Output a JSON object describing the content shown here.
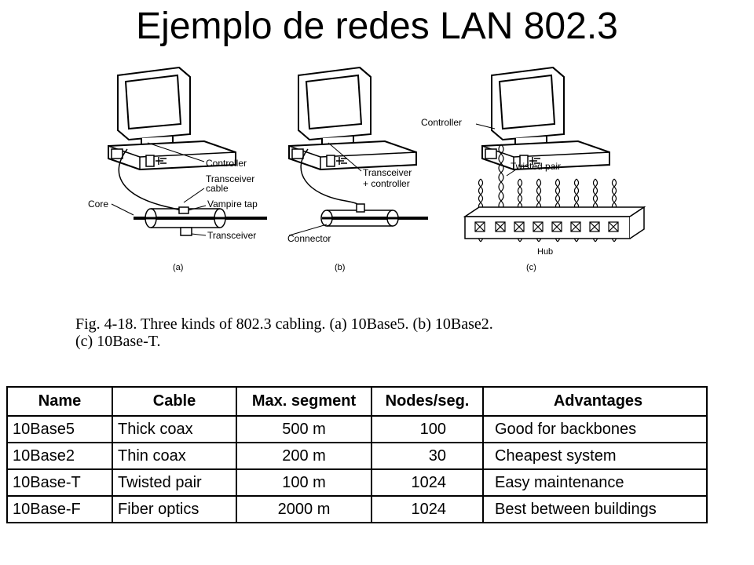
{
  "slide": {
    "title": "Ejemplo de redes LAN 802.3"
  },
  "figure": {
    "panel_a": {
      "controller": "Controller",
      "transceiver_cable_1": "Transceiver",
      "transceiver_cable_2": "cable",
      "vampire_tap": "Vampire tap",
      "core": "Core",
      "transceiver": "Transceiver",
      "sub": "(a)"
    },
    "panel_b": {
      "transceiver_controller_1": "Transceiver",
      "transceiver_controller_2": "+ controller",
      "connector": "Connector",
      "sub": "(b)"
    },
    "panel_c": {
      "controller": "Controller",
      "twisted_pair": "Twisted pair",
      "hub": "Hub",
      "sub": "(c)"
    },
    "caption_line1": "Fig. 4-18. Three kinds of 802.3 cabling. (a) 10Base5. (b) 10Base2.",
    "caption_line2": "(c) 10Base-T."
  },
  "table": {
    "headers": [
      "Name",
      "Cable",
      "Max. segment",
      "Nodes/seg.",
      "Advantages"
    ],
    "rows": [
      [
        "10Base5",
        "Thick coax",
        "500 m",
        "100",
        "Good for backbones"
      ],
      [
        "10Base2",
        "Thin coax",
        "200 m",
        "30",
        "Cheapest system"
      ],
      [
        "10Base-T",
        "Twisted pair",
        "100 m",
        "1024",
        "Easy maintenance"
      ],
      [
        "10Base-F",
        "Fiber optics",
        "2000 m",
        "1024",
        "Best between buildings"
      ]
    ]
  }
}
